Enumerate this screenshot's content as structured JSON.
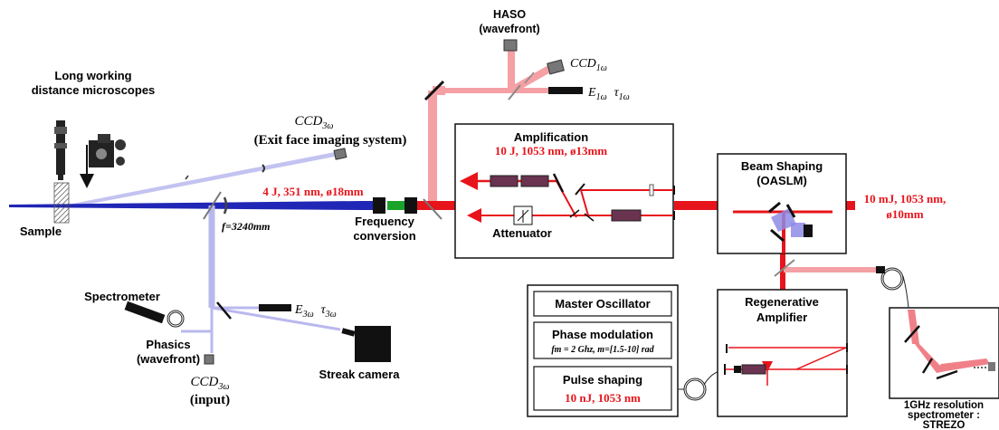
{
  "labels": {
    "haso_title": "HASO",
    "haso_sub": "(wavefront)",
    "ccd1w_main": "CCD",
    "ccd1w_sub": "1ω",
    "e1w_main": "E",
    "e1w_sub": "1ω",
    "tau1w_main": "τ",
    "tau1w_sub": "1ω",
    "microscopes_line1": "Long working",
    "microscopes_line2": "distance microscopes",
    "ccd3w_exit_main": "CCD",
    "ccd3w_exit_sub": "3ω",
    "exit_face": "(Exit face imaging system)",
    "amplification_title": "Amplification",
    "amplification_spec": "10 J, 1053 nm, ø13mm",
    "beam_shaping_title": "Beam Shaping",
    "beam_shaping_sub": "(OASLM)",
    "shaping_spec_line1": "10 mJ, 1053 nm,",
    "shaping_spec_line2": "ø10mm",
    "sample": "Sample",
    "uv_spec": "4 J, 351 nm, ø18mm",
    "focal": "f=3240mm",
    "freq_line1": "Frequency",
    "freq_line2": "conversion",
    "attenuator": "Attenuator",
    "master_osc": "Master Oscillator",
    "phase_mod": "Phase modulation",
    "phase_mod_params": "fm = 2 Ghz, m=[1.5-10] rad",
    "pulse_shaping": "Pulse shaping",
    "pulse_spec": "10 nJ, 1053 nm",
    "regen_line1": "Regenerative",
    "regen_line2": "Amplifier",
    "spectrometer": "Spectrometer",
    "phasics_line1": "Phasics",
    "phasics_line2": "(wavefront)",
    "ccd3w_in_main": "CCD",
    "ccd3w_in_sub": "3ω",
    "input": "(input)",
    "e3w_main": "E",
    "e3w_sub": "3ω",
    "tau3w_main": "τ",
    "tau3w_sub": "3ω",
    "streak": "Streak camera",
    "strezo_line1": "1GHz resolution",
    "strezo_line2": "spectrometer :",
    "strezo_line3": "STREZO"
  },
  "colors": {
    "ir_strong": "#e8141b",
    "ir_light": "#f4a0a4",
    "uv_strong": "#1e22b4",
    "uv_light": "#a9a8ea",
    "green": "#1aa32a",
    "label_red": "#e8141b",
    "amp_block": "#6a3350"
  }
}
